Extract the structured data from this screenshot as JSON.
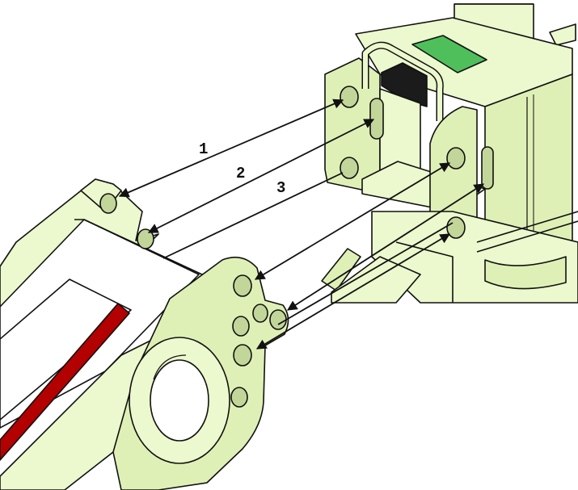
{
  "figure": {
    "callouts": [
      {
        "id": "1",
        "label": "1"
      },
      {
        "id": "2",
        "label": "2"
      },
      {
        "id": "3",
        "label": "3"
      }
    ]
  },
  "colors": {
    "part_fill": "#ecf8cd",
    "part_face": "#dff0b6",
    "part_shade": "#b5cc8a",
    "edge": "#111111",
    "hole_inner": "#c3d69a",
    "red_stripe": "#b30000",
    "label_green": "#4fbf5c"
  }
}
